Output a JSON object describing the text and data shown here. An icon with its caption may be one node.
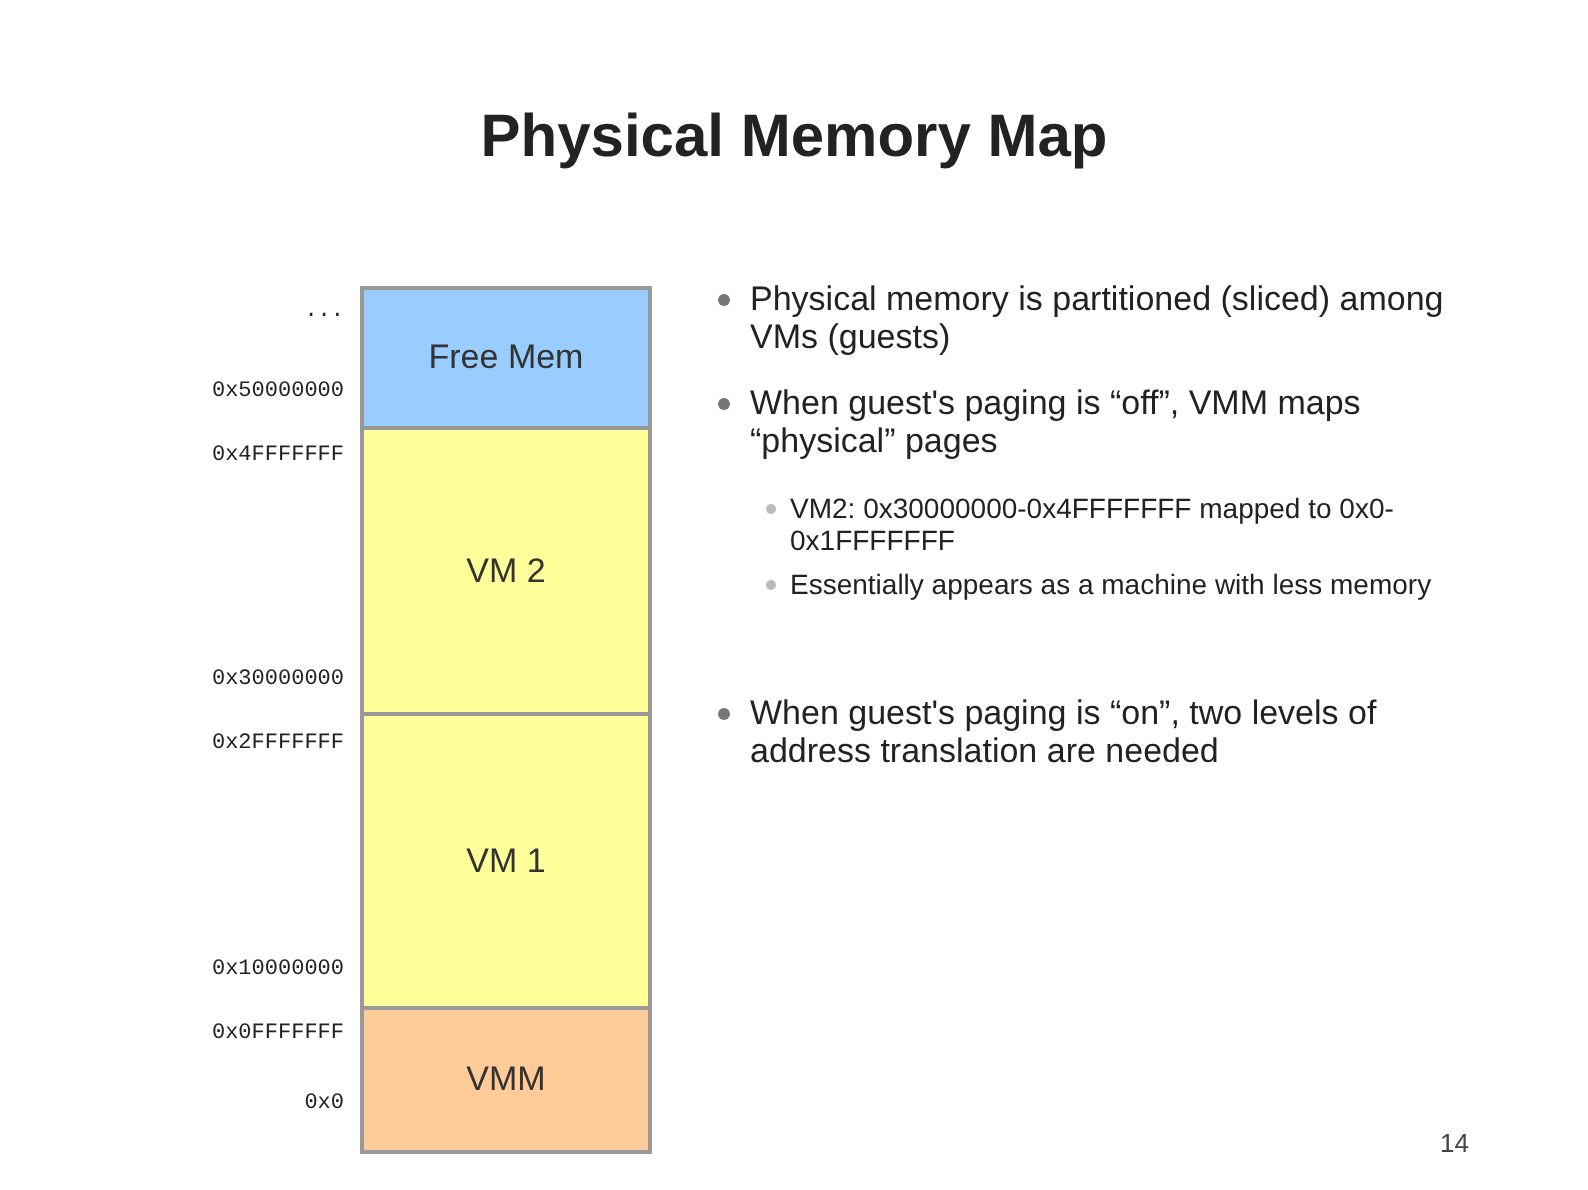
{
  "diagram": {
    "title": "Physical Memory Map",
    "nodes": [
      {
        "text": [
          "Free Mem"
        ]
      },
      {
        "text": [
          "VM 2"
        ]
      },
      {
        "text": [
          "VM 1"
        ]
      },
      {
        "text": [
          "VMM"
        ]
      }
    ],
    "edges": [],
    "labels": [
      "...",
      "0x50000000",
      "0x4FFFFFFF",
      "0x30000000",
      "0x2FFFFFFF",
      "0x10000000",
      "0x0FFFFFFF",
      "0x0",
      "Physical memory is partitioned (sliced) among VMs (guests)",
      "When guest's paging is “off”, VMM maps “physical” pages",
      "VM2: 0x30000000-0x4FFFFFFF mapped to 0x0-0x1FFFFFFF",
      "Essentially appears as a machine with less memory",
      "When guest's paging is “on”, two levels of address translation are needed",
      "14"
    ]
  }
}
